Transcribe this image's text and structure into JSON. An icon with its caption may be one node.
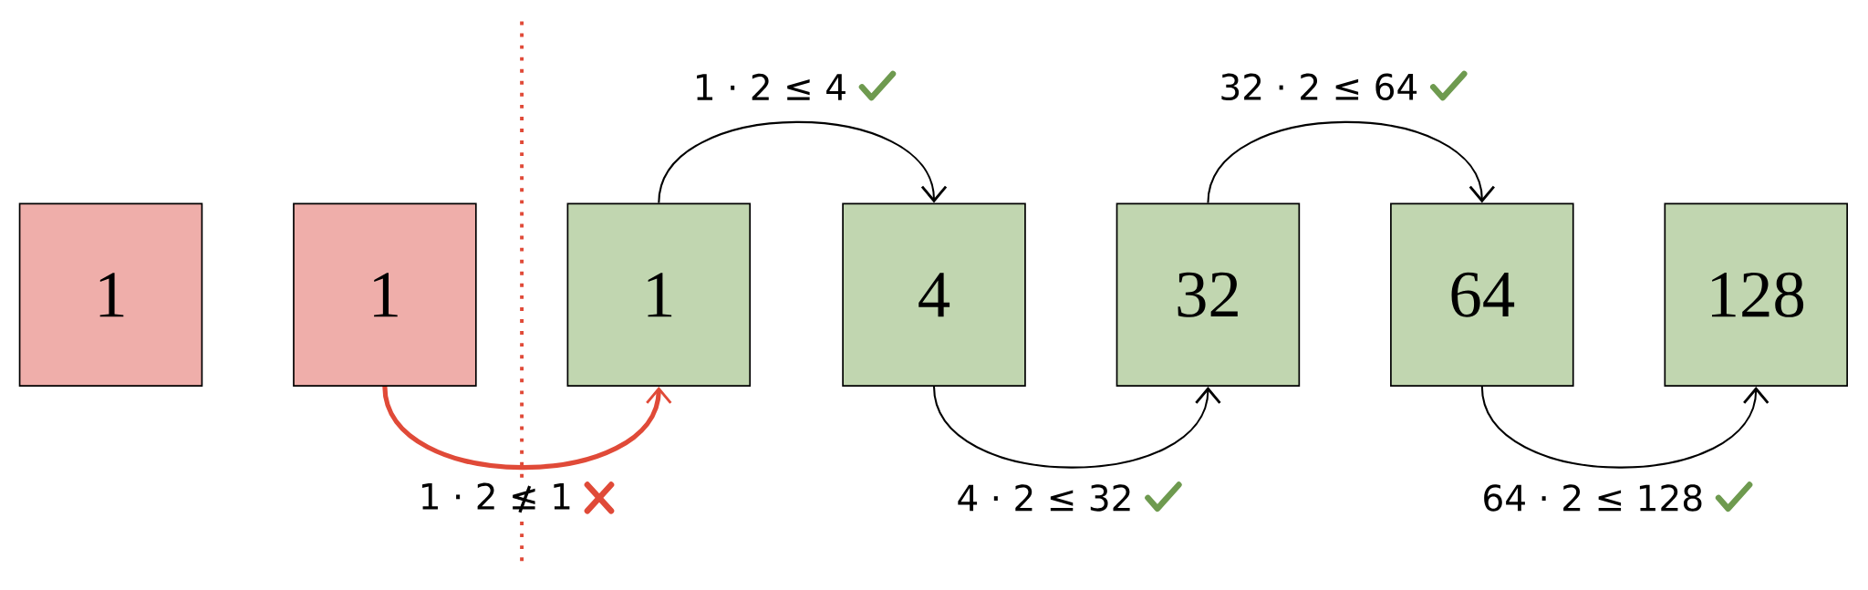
{
  "diagram": {
    "nodes": [
      {
        "text": [
          "1"
        ]
      },
      {
        "text": [
          "1"
        ]
      },
      {
        "text": [
          "1"
        ]
      },
      {
        "text": [
          "4"
        ]
      },
      {
        "text": [
          "32"
        ]
      },
      {
        "text": [
          "64"
        ]
      },
      {
        "text": [
          "128"
        ]
      }
    ],
    "edges": [
      {
        "from": 1,
        "to": 2,
        "arrow": "to",
        "label": "1 · 2 ≰ 1",
        "style": "thick",
        "color": "#e04a38"
      },
      {
        "from": 2,
        "to": 3,
        "arrow": "to",
        "label": "1 · 2 ≤ 4"
      },
      {
        "from": 3,
        "to": 4,
        "arrow": "to",
        "label": "4 · 2 ≤ 32"
      },
      {
        "from": 4,
        "to": 5,
        "arrow": "to",
        "label": "32 · 2 ≤ 64"
      },
      {
        "from": 5,
        "to": 6,
        "arrow": "to",
        "label": "64 · 2 ≤ 128"
      }
    ]
  }
}
